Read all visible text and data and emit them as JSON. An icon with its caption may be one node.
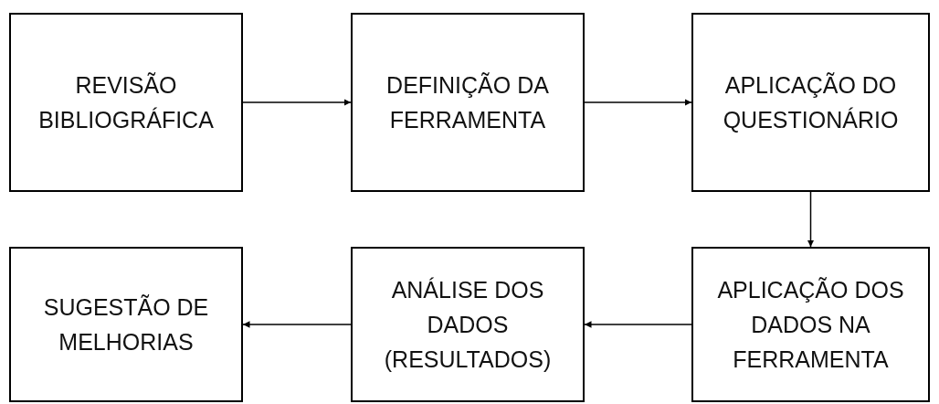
{
  "diagram": {
    "nodes": [
      {
        "text": [
          "REVISÃO BIBLIOGRÁFICA"
        ]
      },
      {
        "text": [
          "DEFINIÇÃO DA FERRAMENTA"
        ]
      },
      {
        "text": [
          "APLICAÇÃO DO QUESTIONÁRIO"
        ]
      },
      {
        "text": [
          "SUGESTÃO DE MELHORIAS"
        ]
      },
      {
        "text": [
          "ANÁLISE DOS DADOS (RESULTADOS)"
        ]
      },
      {
        "text": [
          "APLICAÇÃO DOS DADOS NA FERRAMENTA"
        ]
      }
    ],
    "edges": [
      {
        "from": 0,
        "to": 1,
        "arrow": "to"
      },
      {
        "from": 1,
        "to": 2,
        "arrow": "to"
      },
      {
        "from": 2,
        "to": 5,
        "arrow": "to"
      },
      {
        "from": 5,
        "to": 4,
        "arrow": "to"
      },
      {
        "from": 4,
        "to": 3,
        "arrow": "to"
      }
    ]
  }
}
